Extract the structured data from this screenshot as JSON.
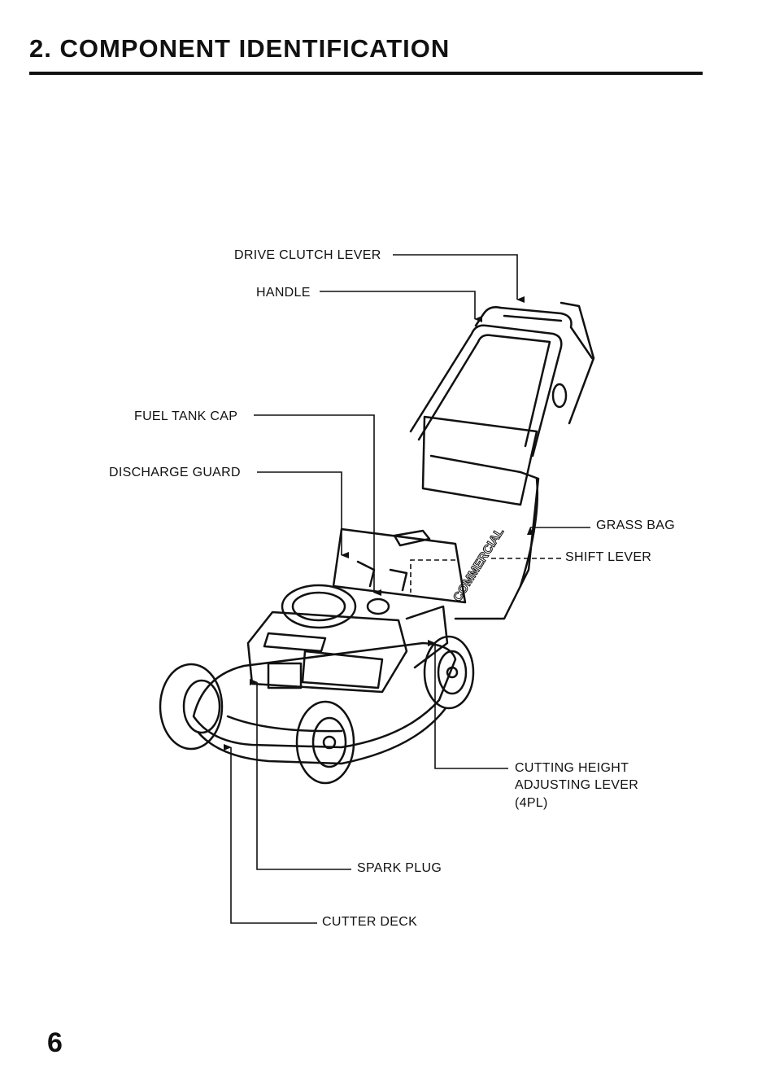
{
  "heading": "2. COMPONENT IDENTIFICATION",
  "labels": {
    "drive_clutch_lever": "DRIVE CLUTCH LEVER",
    "handle": "HANDLE",
    "fuel_tank_cap": "FUEL TANK CAP",
    "discharge_guard": "DISCHARGE GUARD",
    "grass_bag": "GRASS BAG",
    "shift_lever": "SHIFT LEVER",
    "cutting_height_line1": "CUTTING HEIGHT",
    "cutting_height_line2": "ADJUSTING LEVER",
    "cutting_height_line3": "(4PL)",
    "spark_plug": "SPARK PLUG",
    "cutter_deck": "CUTTER DECK"
  },
  "page_number": "6"
}
